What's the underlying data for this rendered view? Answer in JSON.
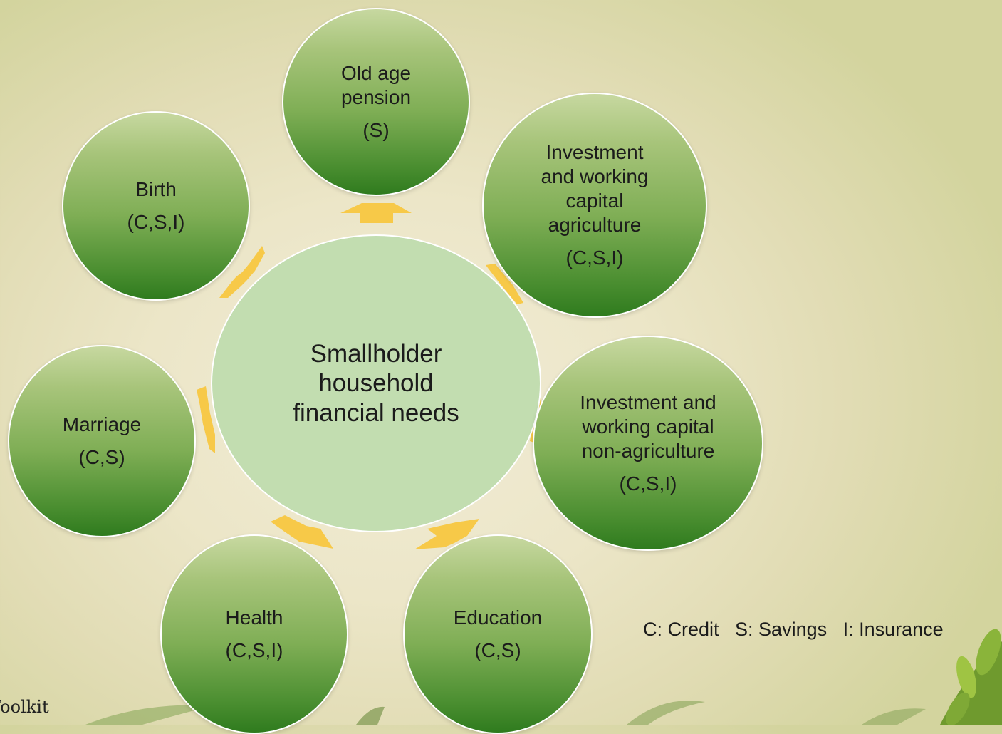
{
  "center": {
    "label": "Smallholder\nhousehold\nfinancial needs"
  },
  "nodes": [
    {
      "name": "old-age-pension",
      "label": "Old age\npension",
      "code": "(S)"
    },
    {
      "name": "investment-agriculture",
      "label": "Investment\nand working\ncapital\nagriculture",
      "code": "(C,S,I)"
    },
    {
      "name": "investment-non-agriculture",
      "label": "Investment and\nworking capital\nnon-agriculture",
      "code": "(C,S,I)"
    },
    {
      "name": "education",
      "label": "Education",
      "code": "(C,S)"
    },
    {
      "name": "health",
      "label": "Health",
      "code": "(C,S,I)"
    },
    {
      "name": "marriage",
      "label": "Marriage",
      "code": "(C,S)"
    },
    {
      "name": "birth",
      "label": "Birth",
      "code": "(C,S,I)"
    }
  ],
  "legend": "C: Credit   S: Savings   I: Insurance",
  "footer": "Toolkit",
  "colors": {
    "arrow": "#f7c948",
    "center_fill": "#c2ddb0",
    "node_dark": "#2f7b1e",
    "node_light": "#c7d8a0"
  }
}
